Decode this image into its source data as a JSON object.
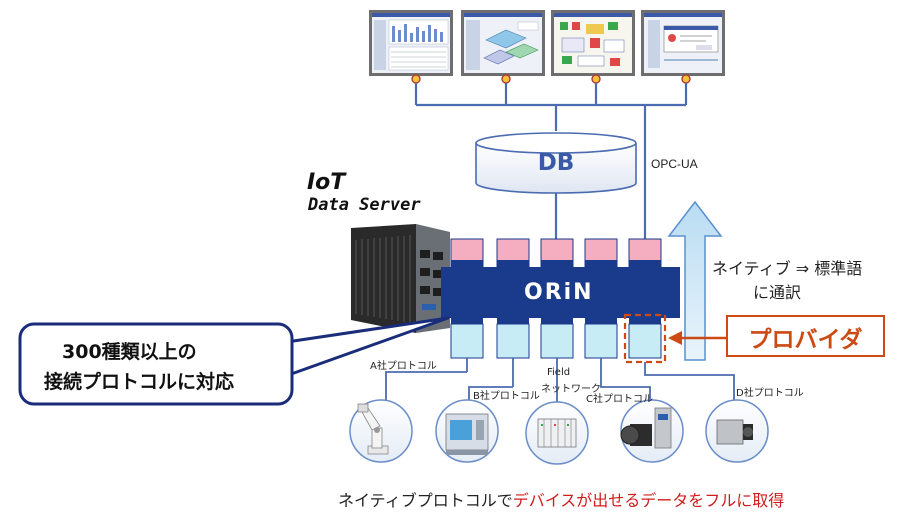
{
  "screens": [
    {
      "name": "monitor-screen-1"
    },
    {
      "name": "monitor-screen-2"
    },
    {
      "name": "monitor-screen-3"
    },
    {
      "name": "monitor-screen-4"
    }
  ],
  "db_label": "DB",
  "opc_ua_label": "OPC-UA",
  "iot_title": "IoT",
  "server_title": "Data Server",
  "orin_label": "ORiN",
  "native_label": [
    "ネイティブ ⇒ 標準語",
    "に通訳"
  ],
  "provider_label": "プロバイダ",
  "callout": [
    "300種類以上の",
    "接続プロトコルに対応"
  ],
  "protocols": {
    "a": "A社プロトコル",
    "b": "B社プロトコル",
    "field": [
      "Field",
      "ネットワーク"
    ],
    "c": "C社プロトコル",
    "d": "D社プロトコル"
  },
  "devices": [
    "robot-arm-icon",
    "cnc-machine-icon",
    "plc-rack-icon",
    "servo-motor-icon",
    "camera-icon"
  ],
  "caption": {
    "black": "ネイティブプロトコルで",
    "red": "デバイスが出せるデータをフルに取得"
  },
  "colors": {
    "navy": "#1a3a8c",
    "pink": "#f4aec0",
    "light_blue": "#c8ecf6",
    "orange": "#cc4a14",
    "line_blue": "#4b6cb0",
    "red": "#d01c1c"
  }
}
